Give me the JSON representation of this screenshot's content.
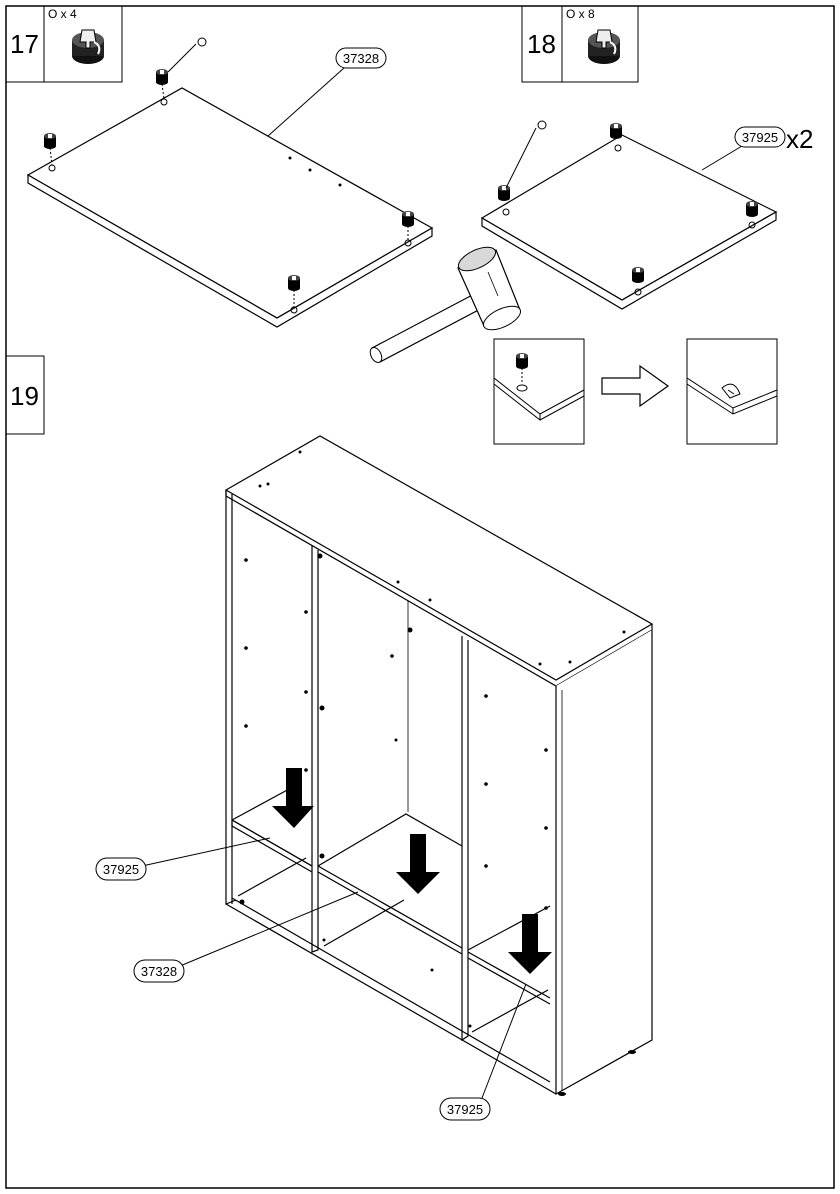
{
  "steps": [
    {
      "number": "17",
      "quantity": "O x 4",
      "part": "37328"
    },
    {
      "number": "18",
      "quantity": "O x 8",
      "part": "37925",
      "multiplier": "x2"
    },
    {
      "number": "19"
    }
  ],
  "step19_parts": [
    "37925",
    "37328",
    "37925"
  ],
  "icons": {
    "cam_lock": "cam-lock-fitting-icon",
    "hammer": "hammer-icon",
    "arrow": "right-arrow-icon",
    "down_arrow": "down-arrow-icon"
  },
  "colors": {
    "line": "#000000",
    "fill": "#ffffff",
    "hammer_grey": "#cfcfcf"
  }
}
